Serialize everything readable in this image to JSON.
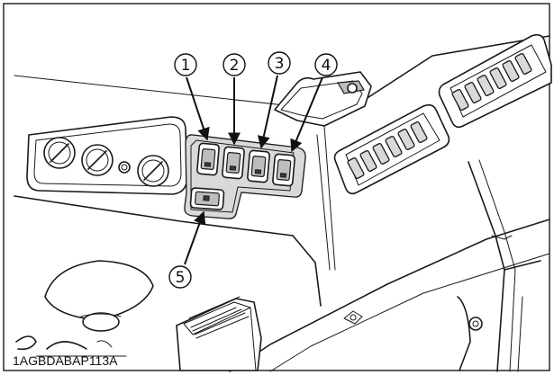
{
  "callouts": [
    {
      "label": "1"
    },
    {
      "label": "2"
    },
    {
      "label": "3"
    },
    {
      "label": "4"
    },
    {
      "label": "5"
    }
  ],
  "figure_code": "1AGBDABAP113A"
}
